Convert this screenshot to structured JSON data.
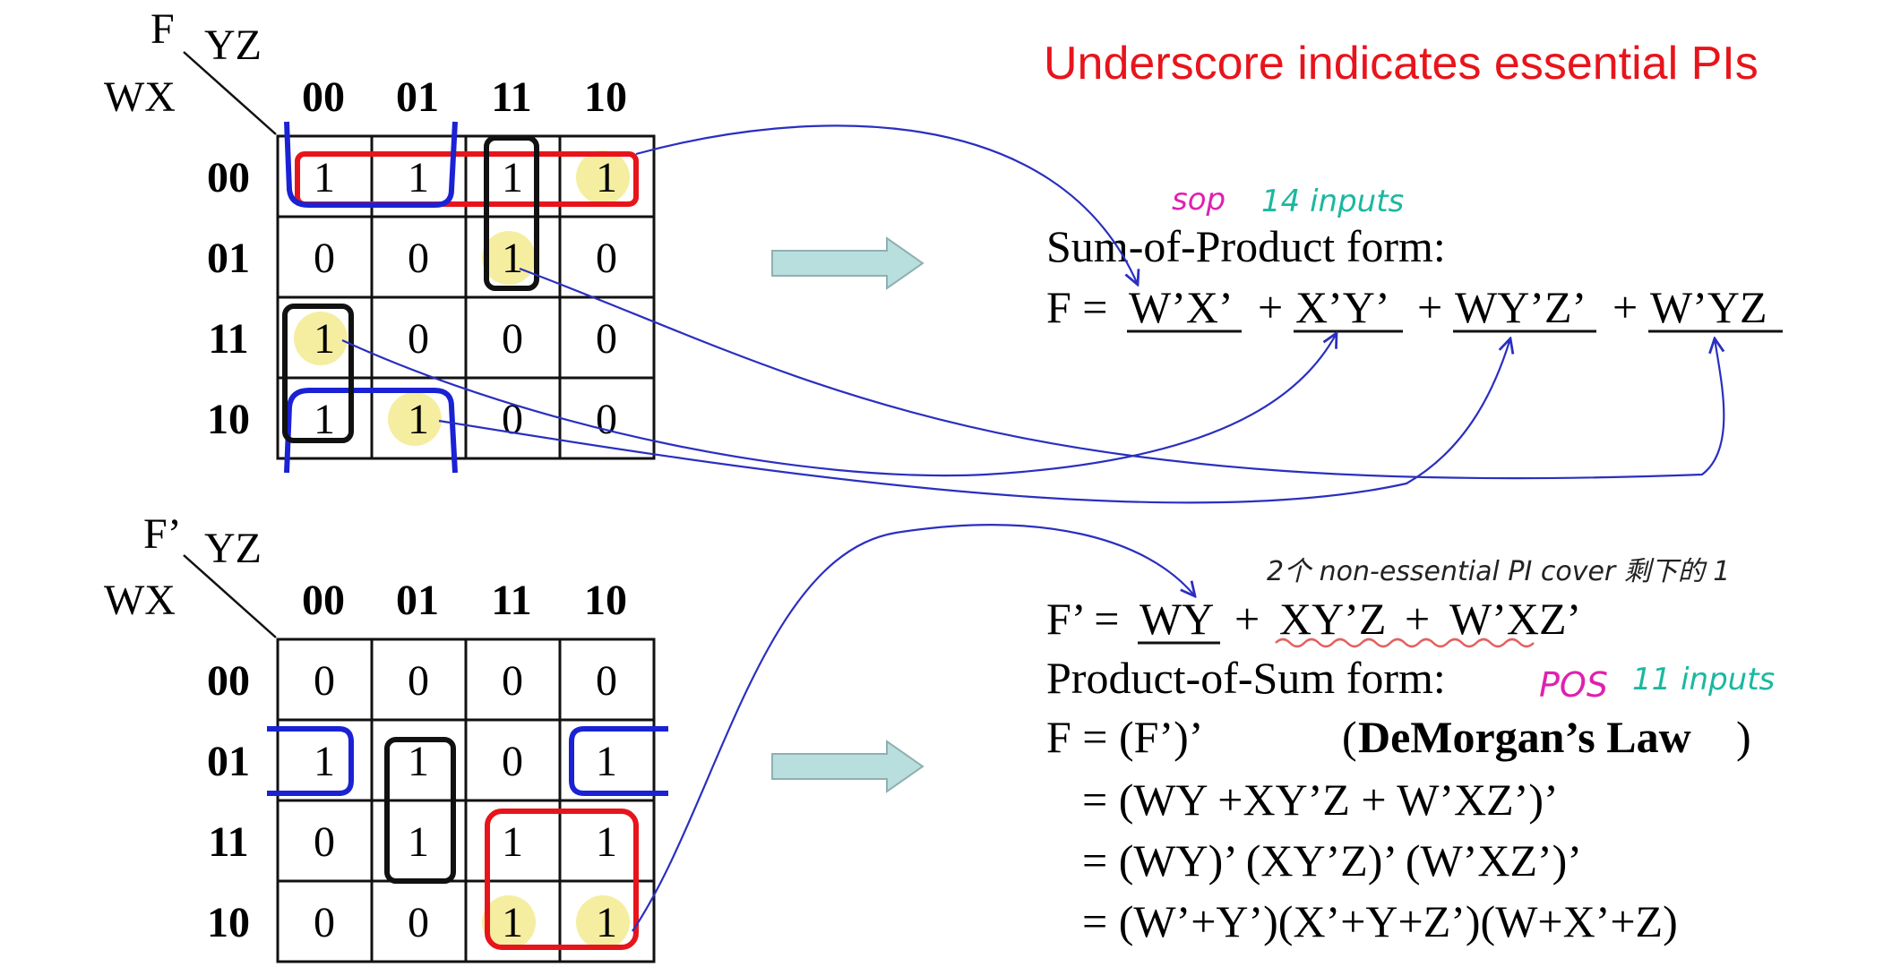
{
  "title_note": "Underscore indicates essential PIs",
  "colors": {
    "title": "#e8141b",
    "blue_loop": "#1a22d4",
    "red_loop": "#e8141b",
    "black_loop": "#111111",
    "arrow_line": "#2a2fc0",
    "block_arrow_fill": "#b9dede",
    "block_arrow_stroke": "#8fb0b0",
    "highlight": "#f5eea0",
    "annot_magenta": "#e020b0",
    "annot_teal": "#1ab8a0",
    "annot_black": "#222222",
    "wavy": "#e46060"
  },
  "kmap_top": {
    "func_label": "F",
    "col_var_label": "YZ",
    "row_var_label": "WX",
    "col_headers": [
      "00",
      "01",
      "11",
      "10"
    ],
    "row_headers": [
      "00",
      "01",
      "11",
      "10"
    ],
    "cells": [
      [
        "1",
        "1",
        "1",
        "1"
      ],
      [
        "0",
        "0",
        "1",
        "0"
      ],
      [
        "1",
        "0",
        "0",
        "0"
      ],
      [
        "1",
        "1",
        "0",
        "0"
      ]
    ]
  },
  "kmap_bottom": {
    "func_label": "F’",
    "col_var_label": "YZ",
    "row_var_label": "WX",
    "col_headers": [
      "00",
      "01",
      "11",
      "10"
    ],
    "row_headers": [
      "00",
      "01",
      "11",
      "10"
    ],
    "cells": [
      [
        "0",
        "0",
        "0",
        "0"
      ],
      [
        "1",
        "1",
        "0",
        "1"
      ],
      [
        "0",
        "1",
        "1",
        "1"
      ],
      [
        "0",
        "0",
        "1",
        "1"
      ]
    ]
  },
  "sop": {
    "annot_sop": "sop",
    "annot_inputs": "14 inputs",
    "heading": "Sum-of-Product form:",
    "lhs": "F =",
    "terms": [
      "W’X’",
      "X’Y’",
      "WY’Z’",
      "W’YZ"
    ],
    "plus": "+"
  },
  "pos": {
    "annot_note": "2个 non-essential PI cover 剩下的 1",
    "fprime_lhs": "F’ =",
    "fprime_terms": [
      "WY",
      "XY’Z",
      "W’XZ’"
    ],
    "plus": "+",
    "heading": "Product-of-Sum form:",
    "annot_pos": "POS",
    "annot_inputs": "11 inputs",
    "line1": "F = (F’)’",
    "law_open": "(",
    "law": "DeMorgan’s Law",
    "law_close": ")",
    "line2": "= (WY +XY’Z + W’XZ’)’",
    "line3": "= (WY)’ (XY’Z)’ (W’XZ’)’",
    "line4": "= (W’+Y’)(X’+Y+Z’)(W+X’+Z)"
  }
}
